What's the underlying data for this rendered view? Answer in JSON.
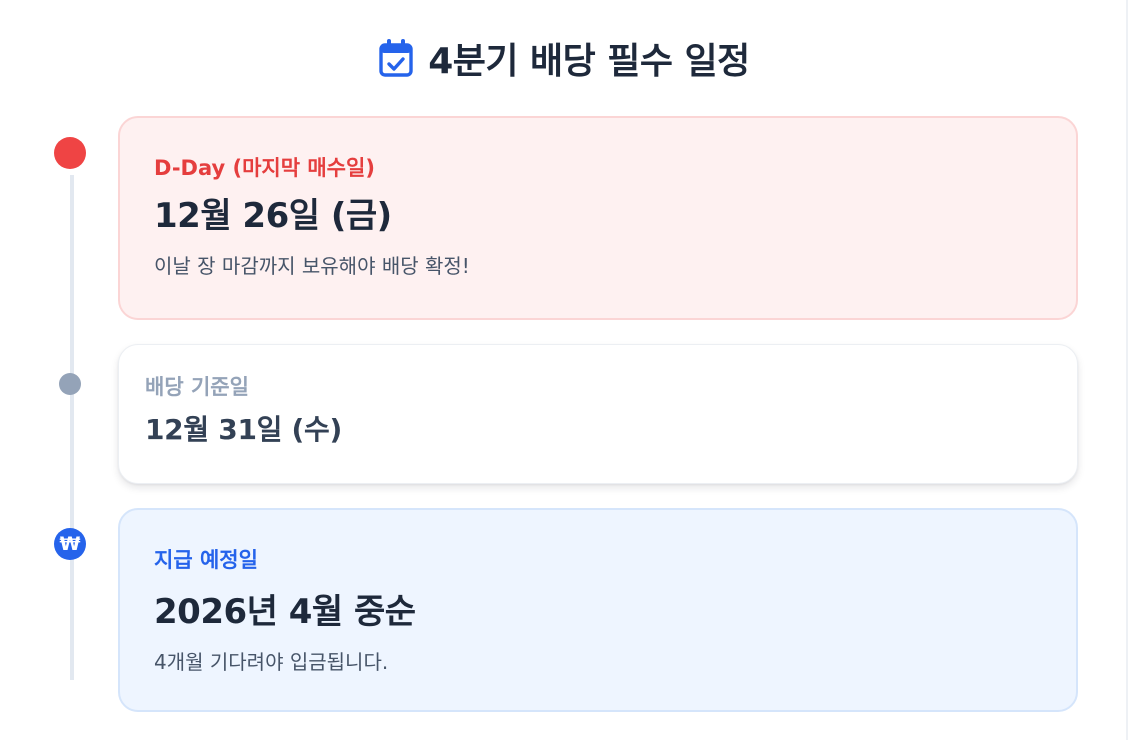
{
  "header": {
    "title": "4분기 배당 필수 일정",
    "icon": "calendar-check-icon",
    "icon_color": "#2563eb"
  },
  "timeline": {
    "rail_color": "#e2e8f0",
    "items": [
      {
        "label": "D-Day (마지막 매수일)",
        "date": "12월 26일 (금)",
        "note": "이날 장 마감까지 보유해야 배당 확정!",
        "accent": "#ef4444",
        "marker": "red-dot"
      },
      {
        "label": "배당 기준일",
        "date": "12월 31일 (수)",
        "accent": "#94a3b8",
        "marker": "gray-dot"
      },
      {
        "label": "지급 예정일",
        "date": "2026년 4월 중순",
        "note": "4개월 기다려야 입금됩니다.",
        "accent": "#2563eb",
        "marker": "won-icon",
        "marker_glyph": "₩"
      }
    ]
  }
}
